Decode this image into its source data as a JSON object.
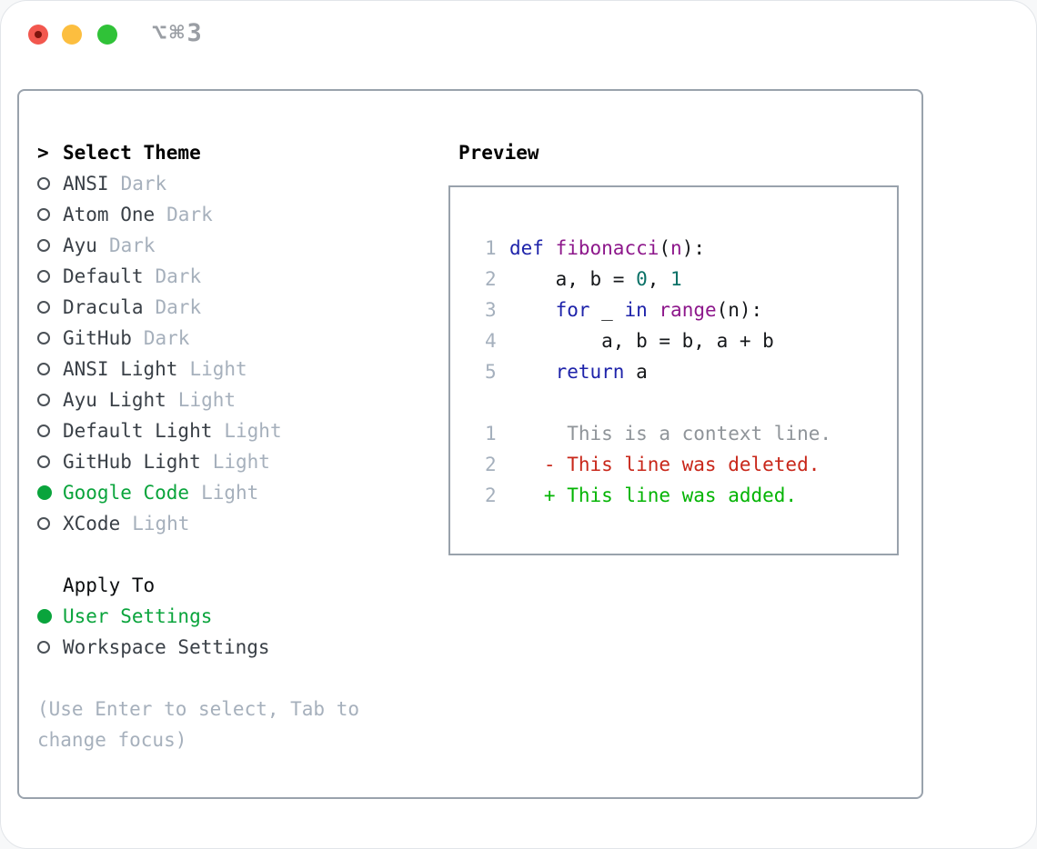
{
  "window": {
    "shortcut": "⌥⌘3",
    "traffic_lights": [
      "close-icon",
      "minimize-icon",
      "zoom-icon"
    ]
  },
  "theme_selector": {
    "marker": ">",
    "header": "Select Theme",
    "items": [
      {
        "name": "ANSI",
        "tag": "Dark",
        "selected": false
      },
      {
        "name": "Atom One",
        "tag": "Dark",
        "selected": false
      },
      {
        "name": "Ayu",
        "tag": "Dark",
        "selected": false
      },
      {
        "name": "Default",
        "tag": "Dark",
        "selected": false
      },
      {
        "name": "Dracula",
        "tag": "Dark",
        "selected": false
      },
      {
        "name": "GitHub",
        "tag": "Dark",
        "selected": false
      },
      {
        "name": "ANSI Light",
        "tag": "Light",
        "selected": false
      },
      {
        "name": "Ayu Light",
        "tag": "Light",
        "selected": false
      },
      {
        "name": "Default Light",
        "tag": "Light",
        "selected": false
      },
      {
        "name": "GitHub Light",
        "tag": "Light",
        "selected": false
      },
      {
        "name": "Google Code",
        "tag": "Light",
        "selected": true
      },
      {
        "name": "XCode",
        "tag": "Light",
        "selected": false
      }
    ]
  },
  "apply_to": {
    "header": "Apply To",
    "items": [
      {
        "name": "User Settings",
        "selected": true
      },
      {
        "name": "Workspace Settings",
        "selected": false
      }
    ]
  },
  "hint": "(Use Enter to select, Tab to change focus)",
  "preview": {
    "title": "Preview",
    "code_lines": [
      {
        "num": "1",
        "spans": [
          {
            "t": "def",
            "c": "kw"
          },
          {
            "t": " "
          },
          {
            "t": "fibonacci",
            "c": "fn"
          },
          {
            "t": "("
          },
          {
            "t": "n",
            "c": "fn"
          },
          {
            "t": "):"
          }
        ]
      },
      {
        "num": "2",
        "spans": [
          {
            "t": "    a, b = "
          },
          {
            "t": "0",
            "c": "num"
          },
          {
            "t": ", "
          },
          {
            "t": "1",
            "c": "num"
          }
        ]
      },
      {
        "num": "3",
        "spans": [
          {
            "t": "    "
          },
          {
            "t": "for",
            "c": "kw"
          },
          {
            "t": " _ "
          },
          {
            "t": "in",
            "c": "kw"
          },
          {
            "t": " "
          },
          {
            "t": "range",
            "c": "fn"
          },
          {
            "t": "(n):"
          }
        ]
      },
      {
        "num": "4",
        "spans": [
          {
            "t": "        a, b = b, a + b"
          }
        ]
      },
      {
        "num": "5",
        "spans": [
          {
            "t": "    "
          },
          {
            "t": "return",
            "c": "kw"
          },
          {
            "t": " a"
          }
        ]
      }
    ],
    "diff_lines": [
      {
        "num": "1",
        "prefix": "     ",
        "text": "This is a context line.",
        "kind": "ctx"
      },
      {
        "num": "2",
        "prefix": "   - ",
        "text": "This line was deleted.",
        "kind": "del"
      },
      {
        "num": "2",
        "prefix": "   + ",
        "text": "This line was added.",
        "kind": "add"
      }
    ]
  },
  "colors": {
    "accent_green": "#0aa43c",
    "diff_added": "#03b403",
    "diff_deleted": "#c8271a",
    "diff_context": "#8f9499",
    "syntax_keyword": "#1e23aa",
    "syntax_function": "#8d178b",
    "syntax_number": "#0b7167",
    "line_number": "#a5b0bd",
    "muted_text": "#a6b0bc",
    "panel_border": "#99a2ac",
    "traffic_red": "#f2574e",
    "traffic_yellow": "#fcbe3f",
    "traffic_green": "#30c238"
  }
}
